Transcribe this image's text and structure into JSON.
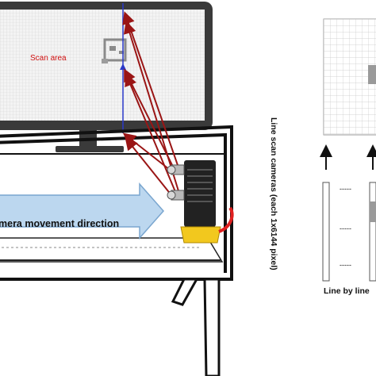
{
  "labels": {
    "scan_area": "Scan area",
    "movement": "mera movement direction",
    "cameras": "Line scan cameras (each 1x6144 pixel)",
    "line_by_line": "Line by line",
    "dashes": "-----"
  },
  "colors": {
    "monitor": "#3a3a3a",
    "screen": "#f2f2f2",
    "grid": "#d6d6d6",
    "scan_text": "#d01010",
    "ray": "#9a1515",
    "axis": "#2b39c9",
    "arrow_fill": "#bcd7ef",
    "arrow_stroke": "#7aa6cf",
    "camera": "#222222",
    "mount": "#f2c81e",
    "cable": "#e02020",
    "table": "#111111"
  }
}
